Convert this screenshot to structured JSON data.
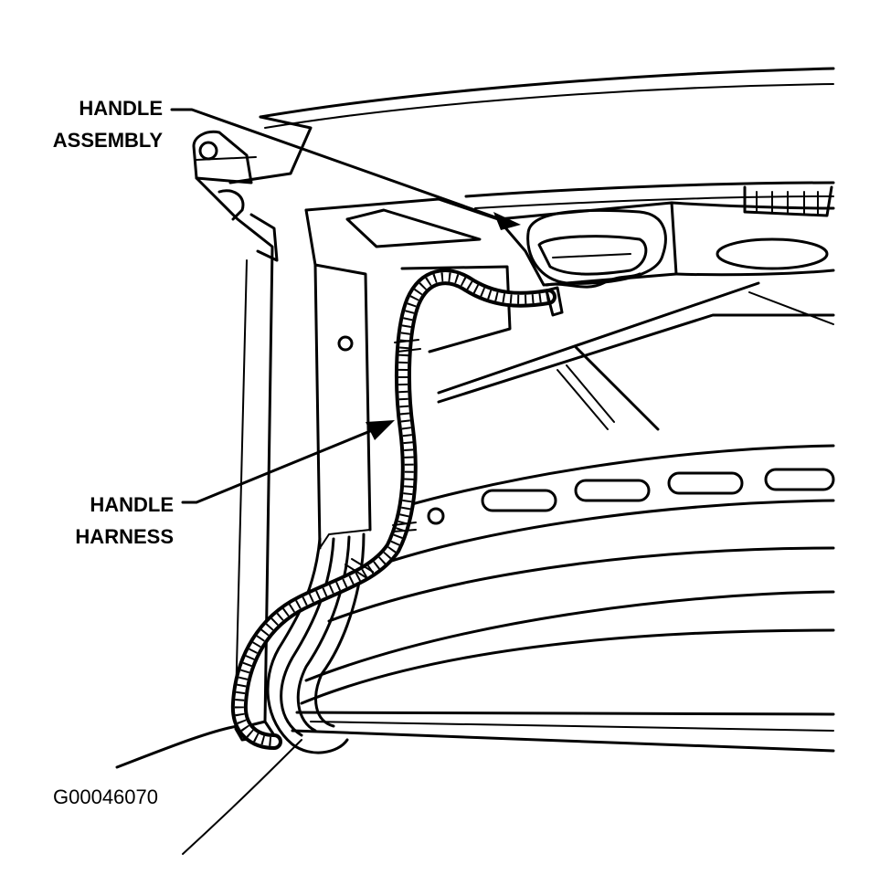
{
  "callouts": {
    "handle_assembly": "HANDLE\nASSEMBLY",
    "handle_harness": "HANDLE\nHARNESS"
  },
  "figure_id": "G00046070"
}
